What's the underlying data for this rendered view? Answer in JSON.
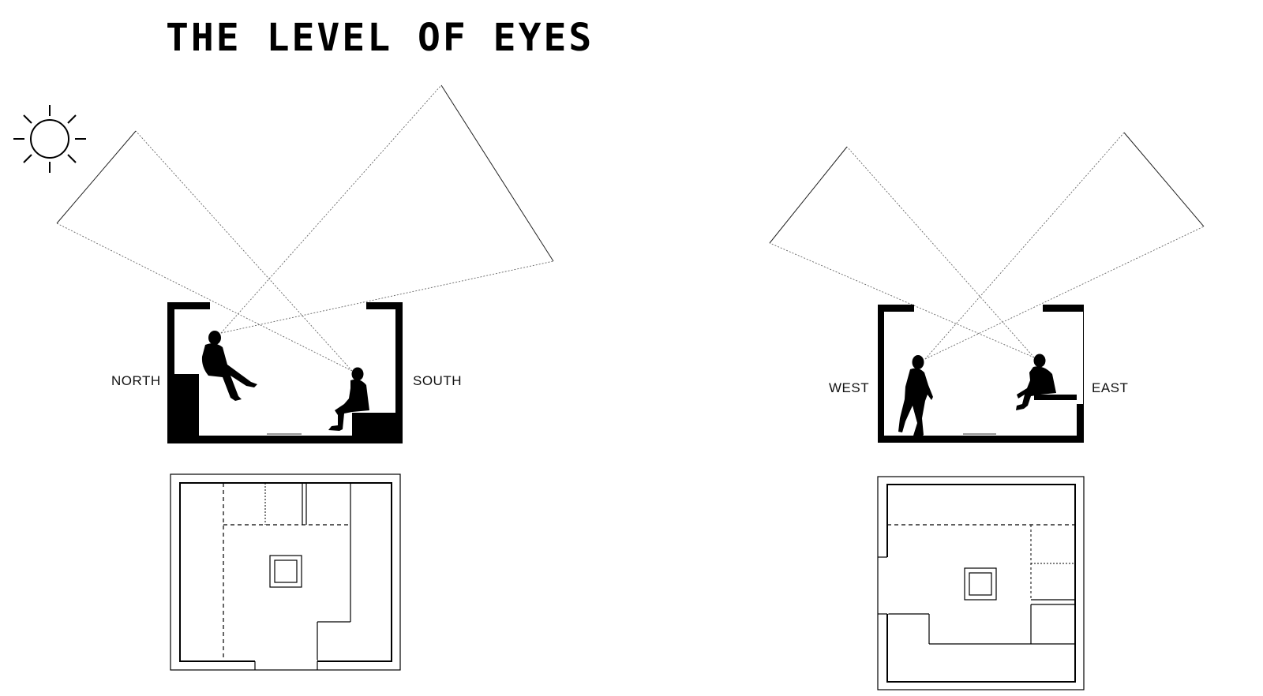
{
  "title": "THE LEVEL OF EYES",
  "labels": {
    "north": "NORTH",
    "south": "SOUTH",
    "west": "WEST",
    "east": "EAST"
  },
  "icons": {
    "sun": "sun-icon"
  },
  "colors": {
    "ink": "#000000",
    "background": "#ffffff",
    "sightline": "#666666"
  }
}
